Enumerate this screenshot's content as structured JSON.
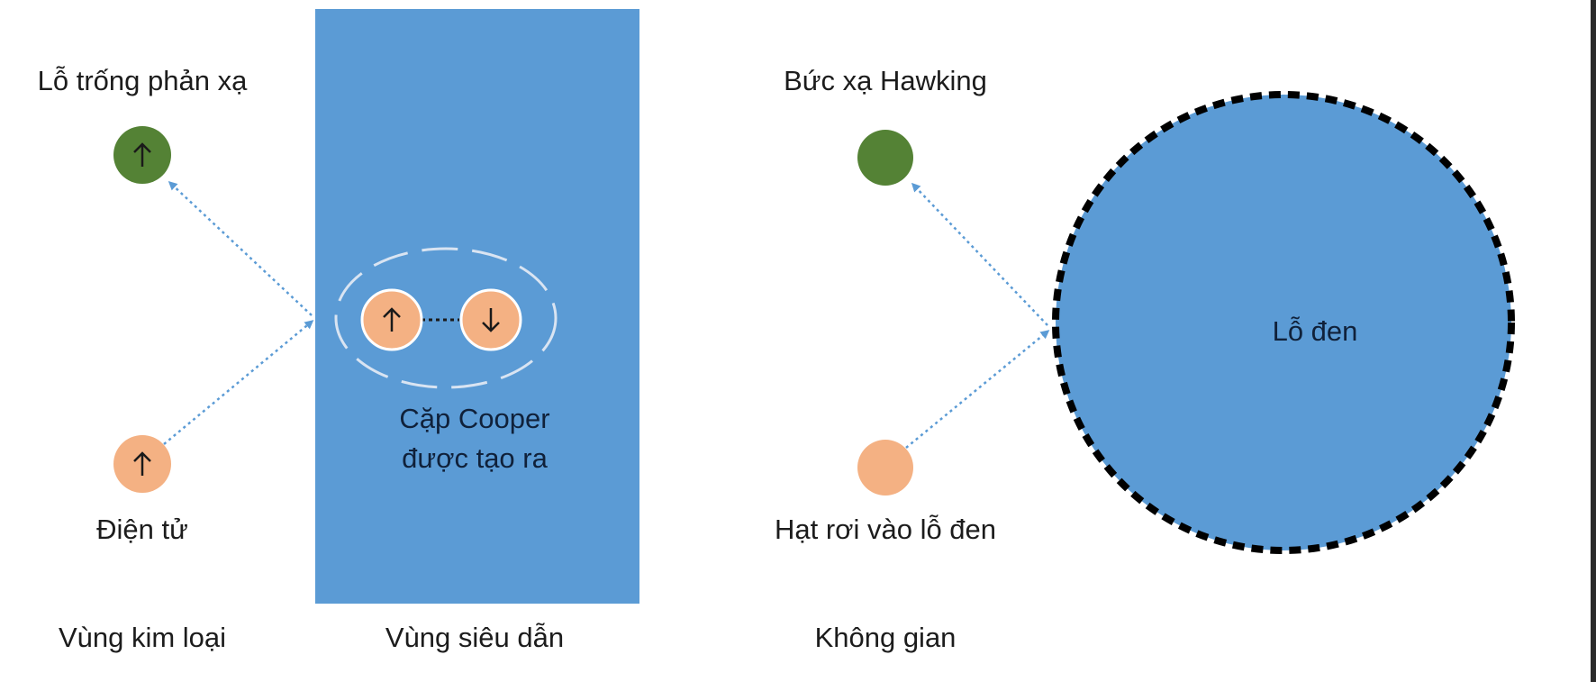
{
  "labels": {
    "reflected_hole": "Lỗ trống phản xạ",
    "electron": "Điện tử",
    "cooper_pair_line1": "Cặp Cooper",
    "cooper_pair_line2": "được tạo ra",
    "metal_region": "Vùng kim loại",
    "superconductor_region": "Vùng siêu dẫn",
    "hawking_radiation": "Bức xạ Hawking",
    "infalling_particle": "Hạt rơi vào lỗ đen",
    "space": "Không gian",
    "black_hole": "Lỗ đen"
  },
  "colors": {
    "superconductor_fill": "#5b9bd5",
    "black_hole_fill": "#5b9bd5",
    "particle_orange": "#f4b183",
    "particle_green": "#548235",
    "path_arrow": "#5b9bd5",
    "horizon_dash": "#000000"
  },
  "icons": {
    "spin_up": "arrow-up-icon",
    "spin_down": "arrow-down-icon"
  }
}
